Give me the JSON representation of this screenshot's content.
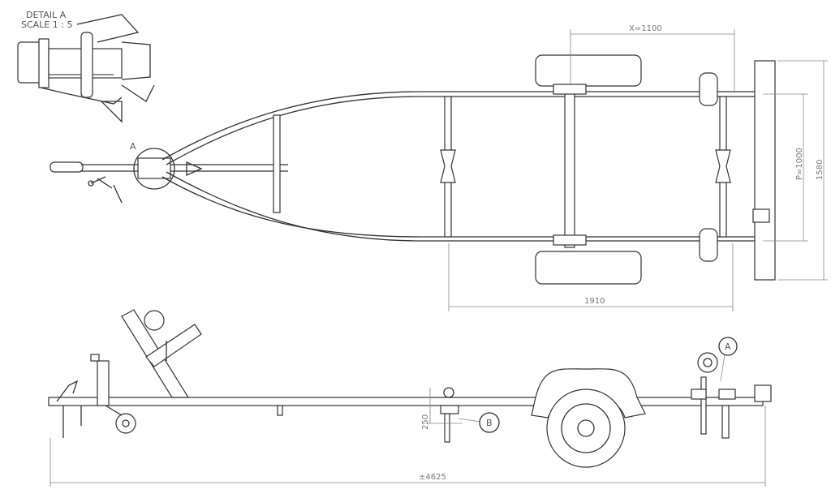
{
  "detail": {
    "title": "DETAIL A",
    "scale": "SCALE 1 : 5"
  },
  "top_view": {
    "callout_a": "A",
    "dim_x": "X=1100",
    "dim_p": "P=1000",
    "dim_width": "1580",
    "dim_axle": "1910"
  },
  "side_view": {
    "callout_a": "A",
    "callout_b": "B",
    "dim_height": "250",
    "dim_length": "±4625"
  }
}
